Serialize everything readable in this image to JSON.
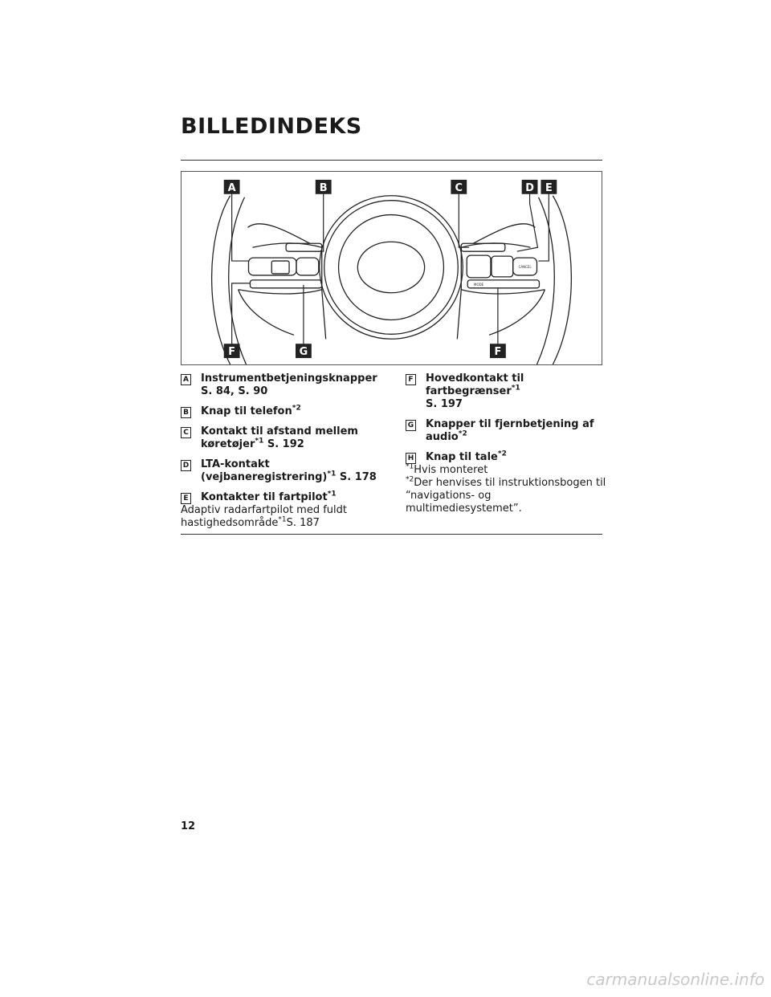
{
  "header": {
    "title": "BILLEDINDEKS"
  },
  "figure": {
    "callouts": [
      "A",
      "B",
      "C",
      "D",
      "E",
      "F",
      "G",
      "F"
    ],
    "button_texts": {
      "mode": "MODE",
      "cancel": "CANCEL"
    }
  },
  "items_left": [
    {
      "letter": "A",
      "label": "Instrumentbetjeningsknapper",
      "ref": "S. 84, S. 90"
    },
    {
      "letter": "B",
      "label": "Knap til telefon",
      "sup": "*2"
    },
    {
      "letter": "C",
      "label": "Kontakt til afstand mellem",
      "label2": "køretøjer",
      "sup": "*1",
      "ref": " S. 192"
    },
    {
      "letter": "D",
      "label": "LTA-kontakt",
      "label2": "(vejbaneregistrering)",
      "sup": "*1",
      "ref": " S. 178"
    },
    {
      "letter": "E",
      "label": "Kontakter til fartpilot",
      "sup": "*1"
    }
  ],
  "left_note": {
    "line1": "Adaptiv radarfartpilot med fuldt",
    "line2": "hastighedsområde",
    "sup": "*1",
    "ref": "S. 187"
  },
  "items_right": [
    {
      "letter": "F",
      "label": "Hovedkontakt til fartbegrænser",
      "sup": "*1",
      "ref": "S. 197"
    },
    {
      "letter": "G",
      "label": "Knapper til fjernbetjening af",
      "label2": "audio",
      "sup": "*2"
    },
    {
      "letter": "H",
      "label": "Knap til tale",
      "sup": "*2"
    }
  ],
  "footnotes": [
    {
      "mark": "*1",
      "text": "Hvis monteret"
    },
    {
      "mark": "*2",
      "text": "Der henvises til instruktionsbogen til",
      "text2": "“navigations- og multimediesystemet”."
    }
  ],
  "footer": {
    "page_number": "12",
    "watermark": "carmanualsonline.info"
  }
}
